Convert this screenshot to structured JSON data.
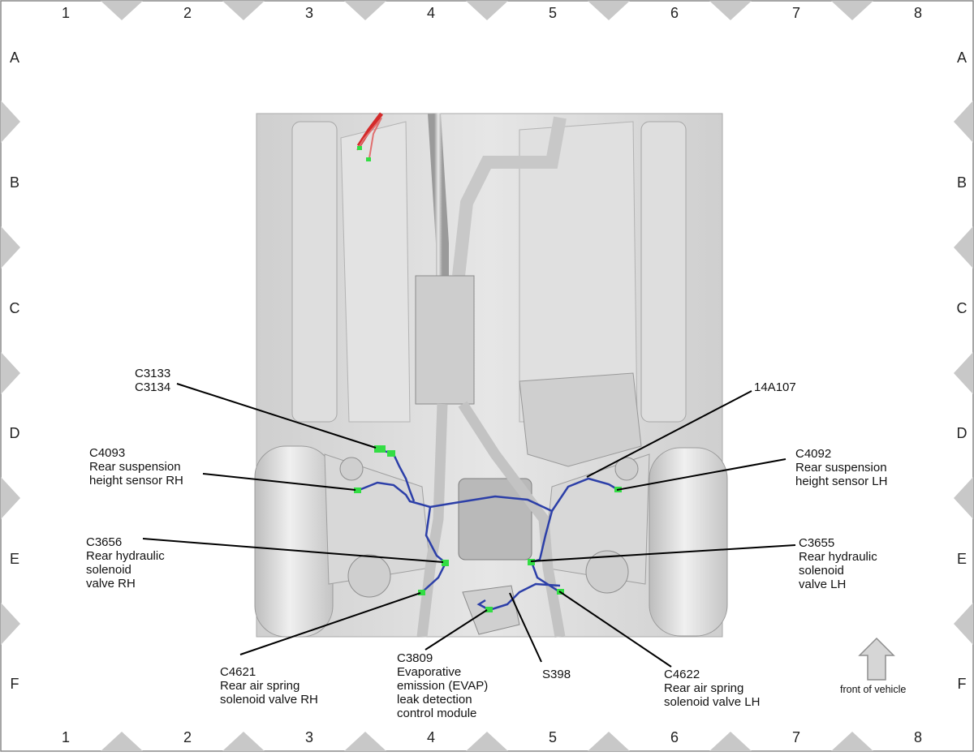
{
  "grid": {
    "columns": [
      "1",
      "2",
      "3",
      "4",
      "5",
      "6",
      "7",
      "8"
    ],
    "rows": [
      "A",
      "B",
      "C",
      "D",
      "E",
      "F"
    ]
  },
  "callouts": {
    "c3133": "C3133\nC3134",
    "c4093": "C4093\nRear suspension\nheight sensor RH",
    "c3656": "C3656\nRear hydraulic\nsolenoid\nvalve RH",
    "c4621": "C4621\nRear air spring\nsolenoid valve RH",
    "c3809": "C3809\nEvaporative\nemission (EVAP)\nleak detection\ncontrol module",
    "s398": "S398",
    "c4622": "C4622\nRear air spring\nsolenoid valve LH",
    "c3655": "C3655\nRear hydraulic\nsolenoid\nvalve LH",
    "c4092": "C4092\nRear suspension\nheight sensor LH",
    "a14107": "14A107"
  },
  "front_arrow": {
    "label": "front of vehicle"
  },
  "colors": {
    "harness": "#2c3fa8",
    "connector": "#33dd44",
    "body_gray": "#d4d4d4",
    "marker_gray": "#c8c8c8",
    "red_wire": "#d42a2a"
  }
}
